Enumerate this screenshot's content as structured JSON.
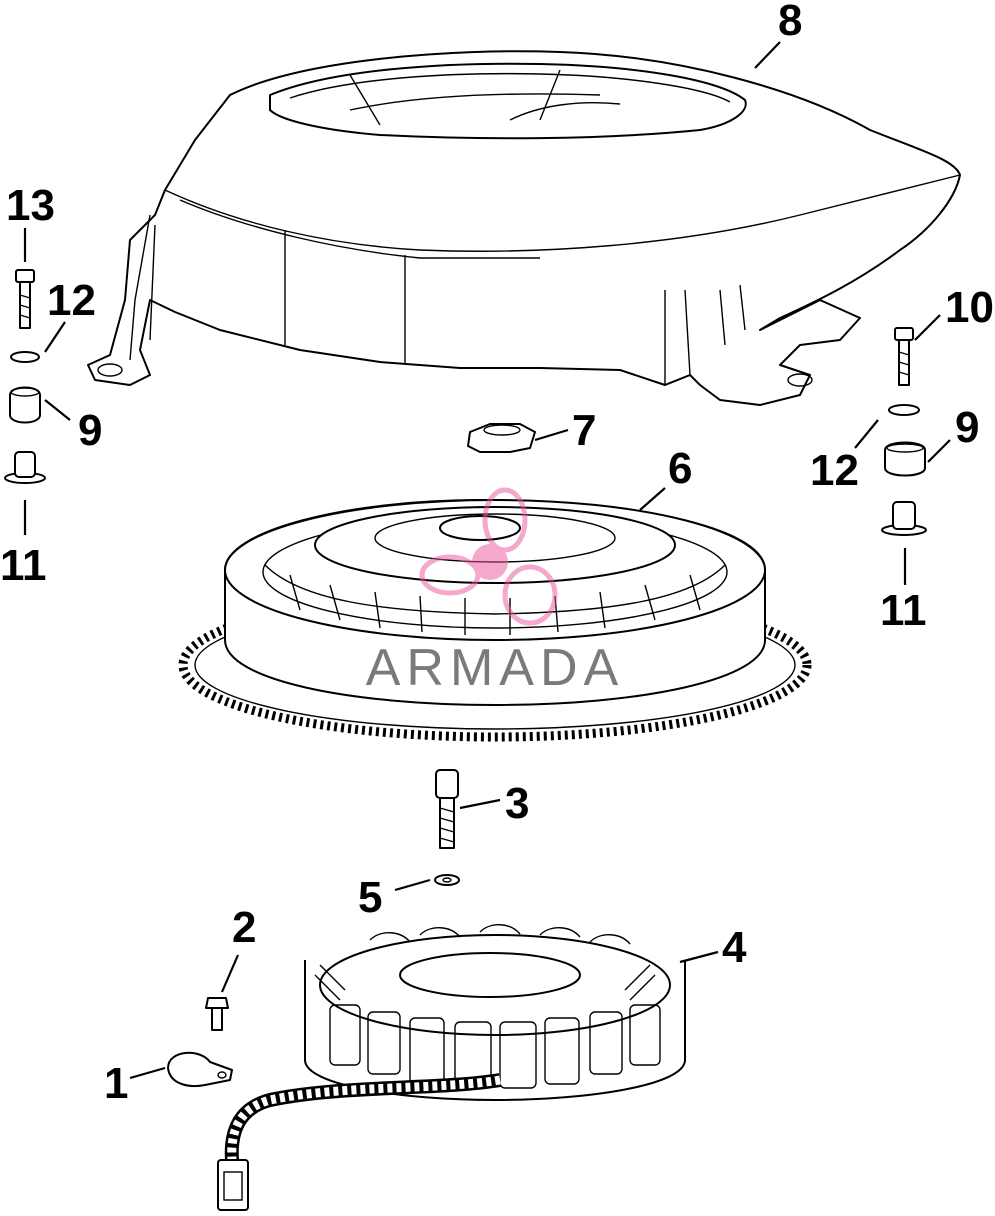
{
  "watermark": {
    "brand": "ARMADA",
    "tagline": "",
    "color": "#e8539a"
  },
  "parts": [
    {
      "label": "1"
    },
    {
      "label": "2"
    },
    {
      "label": "3"
    },
    {
      "label": "4"
    },
    {
      "label": "5"
    },
    {
      "label": "6"
    },
    {
      "label": "7"
    },
    {
      "label": "8"
    },
    {
      "label": "9"
    },
    {
      "label": "9"
    },
    {
      "label": "10"
    },
    {
      "label": "11"
    },
    {
      "label": "11"
    },
    {
      "label": "12"
    },
    {
      "label": "12"
    },
    {
      "label": "13"
    }
  ]
}
